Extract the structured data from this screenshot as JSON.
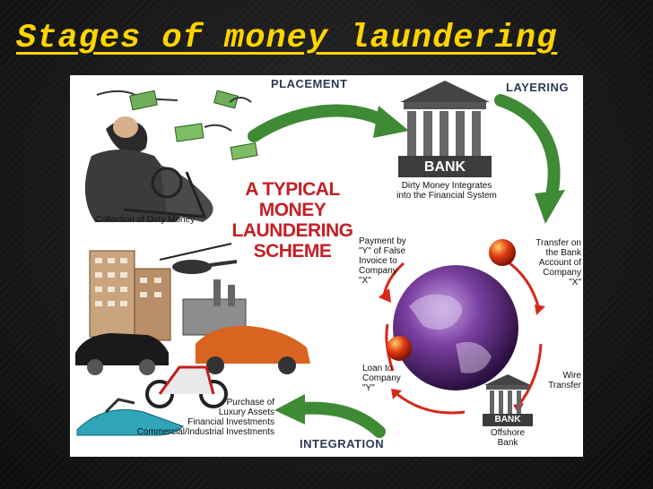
{
  "slide": {
    "title": "Stages of money laundering"
  },
  "diagram": {
    "center_title": "A TYPICAL\nMONEY\nLAUNDERING\nSCHEME",
    "stages": {
      "placement": "PLACEMENT",
      "layering": "LAYERING",
      "integration": "INTEGRATION"
    },
    "bank_main": {
      "word": "BANK",
      "caption": "Dirty Money Integrates\ninto the Financial System"
    },
    "bank_offshore": {
      "word": "BANK",
      "caption": "Offshore\nBank"
    },
    "labels": {
      "collection": "Collection of Dirty Money",
      "payment": "Payment by\n\"Y\" of False\nInvoice to\nCompany\n\"X\"",
      "transfer": "Transfer on\nthe Bank\nAccount of\nCompany\n\"X\"",
      "wire": "Wire\nTransfer",
      "loan": "Loan to\nCompany\n\"Y\"",
      "purchase": "Purchase of\nLuxury Assets\nFinancial Investments\nCommercial/Industrial Investments"
    }
  }
}
